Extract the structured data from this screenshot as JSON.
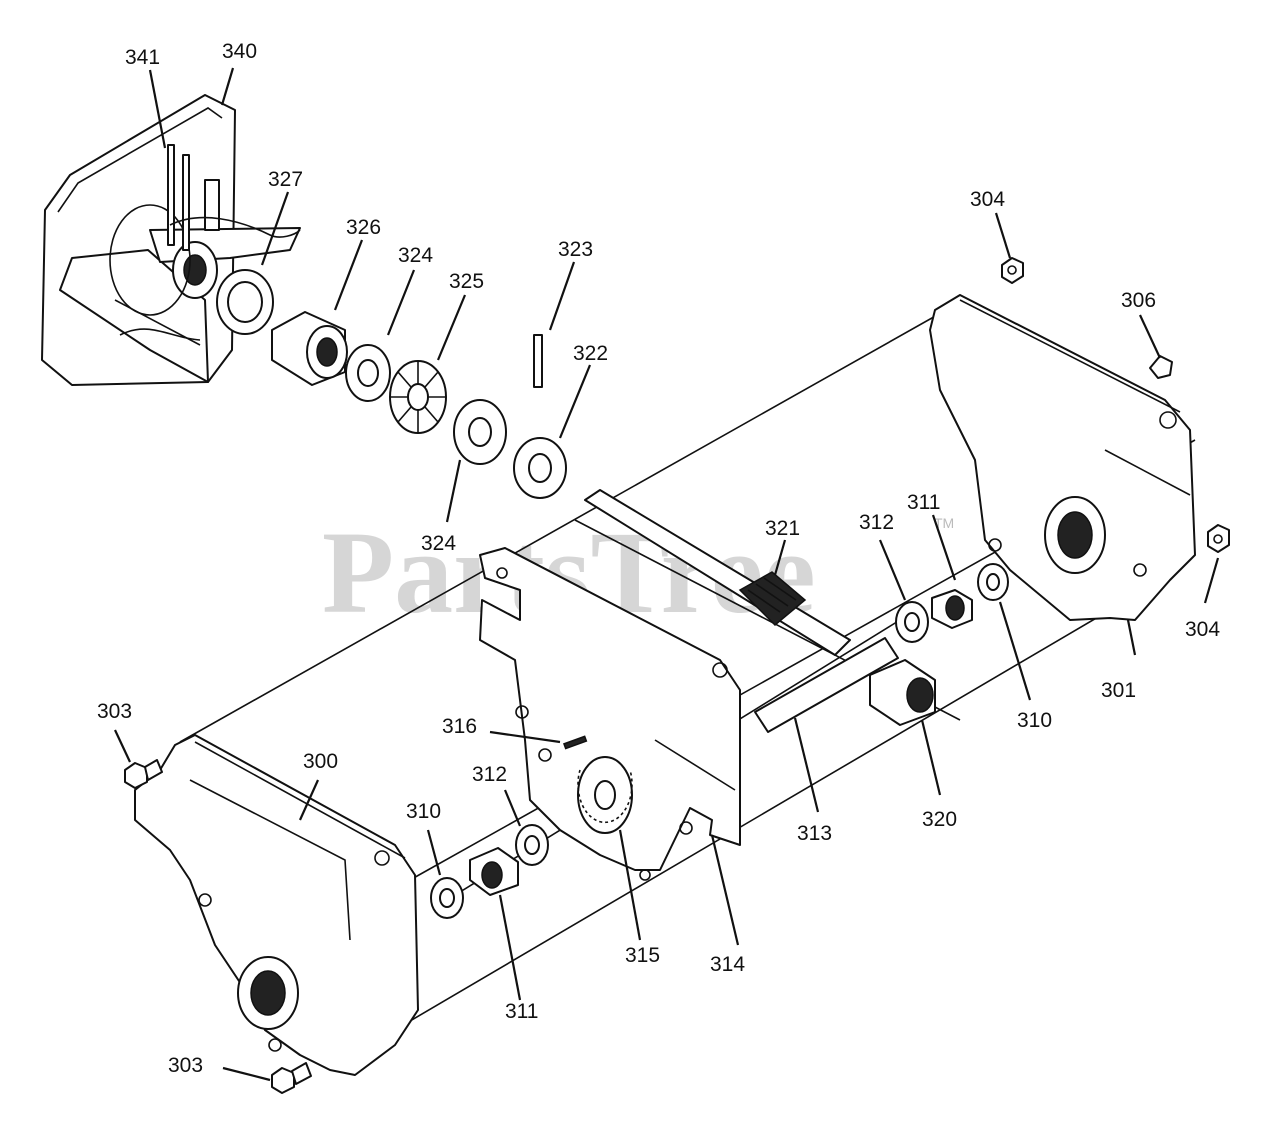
{
  "watermark": {
    "text": "PartsTree",
    "tm": "TM"
  },
  "callouts": [
    {
      "id": "c341",
      "label": "341"
    },
    {
      "id": "c340",
      "label": "340"
    },
    {
      "id": "c327",
      "label": "327"
    },
    {
      "id": "c326",
      "label": "326"
    },
    {
      "id": "c324a",
      "label": "324"
    },
    {
      "id": "c325",
      "label": "325"
    },
    {
      "id": "c323",
      "label": "323"
    },
    {
      "id": "c322",
      "label": "322"
    },
    {
      "id": "c324b",
      "label": "324"
    },
    {
      "id": "c304a",
      "label": "304"
    },
    {
      "id": "c306",
      "label": "306"
    },
    {
      "id": "c321",
      "label": "321"
    },
    {
      "id": "c312a",
      "label": "312"
    },
    {
      "id": "c311a",
      "label": "311"
    },
    {
      "id": "c304b",
      "label": "304"
    },
    {
      "id": "c301",
      "label": "301"
    },
    {
      "id": "c310a",
      "label": "310"
    },
    {
      "id": "c320",
      "label": "320"
    },
    {
      "id": "c313",
      "label": "313"
    },
    {
      "id": "c316",
      "label": "316"
    },
    {
      "id": "c312b",
      "label": "312"
    },
    {
      "id": "c303a",
      "label": "303"
    },
    {
      "id": "c300",
      "label": "300"
    },
    {
      "id": "c310b",
      "label": "310"
    },
    {
      "id": "c315",
      "label": "315"
    },
    {
      "id": "c314",
      "label": "314"
    },
    {
      "id": "c311b",
      "label": "311"
    },
    {
      "id": "c303b",
      "label": "303"
    }
  ]
}
